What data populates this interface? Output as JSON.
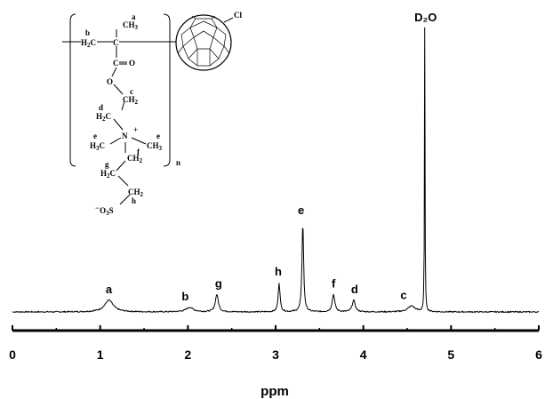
{
  "chart_data": {
    "type": "line",
    "title": "",
    "xlabel": "ppm",
    "ylabel": "",
    "xlim": [
      0,
      6
    ],
    "ylim": [
      0,
      1
    ],
    "grid": false,
    "x_ticks": [
      "0",
      "1",
      "2",
      "3",
      "4",
      "5",
      "6"
    ],
    "baseline": 0.03,
    "peaks": [
      {
        "label": "a",
        "x": 1.1,
        "height": 0.04,
        "width": 0.12
      },
      {
        "label": "b",
        "x": 2.02,
        "height": 0.015,
        "width": 0.1
      },
      {
        "label": "g",
        "x": 2.33,
        "height": 0.06,
        "width": 0.04
      },
      {
        "label": "h",
        "x": 3.04,
        "height": 0.1,
        "width": 0.025
      },
      {
        "label": "e",
        "x": 3.31,
        "height": 0.31,
        "width": 0.022
      },
      {
        "label": "f",
        "x": 3.66,
        "height": 0.06,
        "width": 0.035
      },
      {
        "label": "d",
        "x": 3.89,
        "height": 0.04,
        "width": 0.04
      },
      {
        "label": "c",
        "x": 4.55,
        "height": 0.02,
        "width": 0.1
      },
      {
        "label": "D2O",
        "x": 4.7,
        "height": 0.97,
        "width": 0.007
      }
    ],
    "peak_labels": [
      {
        "text": "a",
        "x": 1.1
      },
      {
        "text": "b",
        "x": 1.97
      },
      {
        "text": "g",
        "x": 2.35
      },
      {
        "text": "h",
        "x": 3.03
      },
      {
        "text": "e",
        "x": 3.29
      },
      {
        "text": "f",
        "x": 3.66
      },
      {
        "text": "d",
        "x": 3.9
      },
      {
        "text": "c",
        "x": 4.46
      },
      {
        "text": "D₂O",
        "x": 4.71
      }
    ]
  },
  "structure": {
    "labels": {
      "a": "a",
      "b": "b",
      "c": "c",
      "d": "d",
      "e": "e",
      "f": "f",
      "g": "g",
      "h": "h",
      "ch3": "CH",
      "sub3": "3",
      "h2c": "H",
      "sub2": "2",
      "c_atom": "C",
      "o_atom": "O",
      "eq_o": "O",
      "ch2": "CH",
      "n_atom": "N",
      "plus": "+",
      "h3c": "H",
      "o3s": "O",
      "s_atom": "S",
      "minus": "−",
      "cl": "Cl",
      "n_repeat": "n"
    }
  }
}
